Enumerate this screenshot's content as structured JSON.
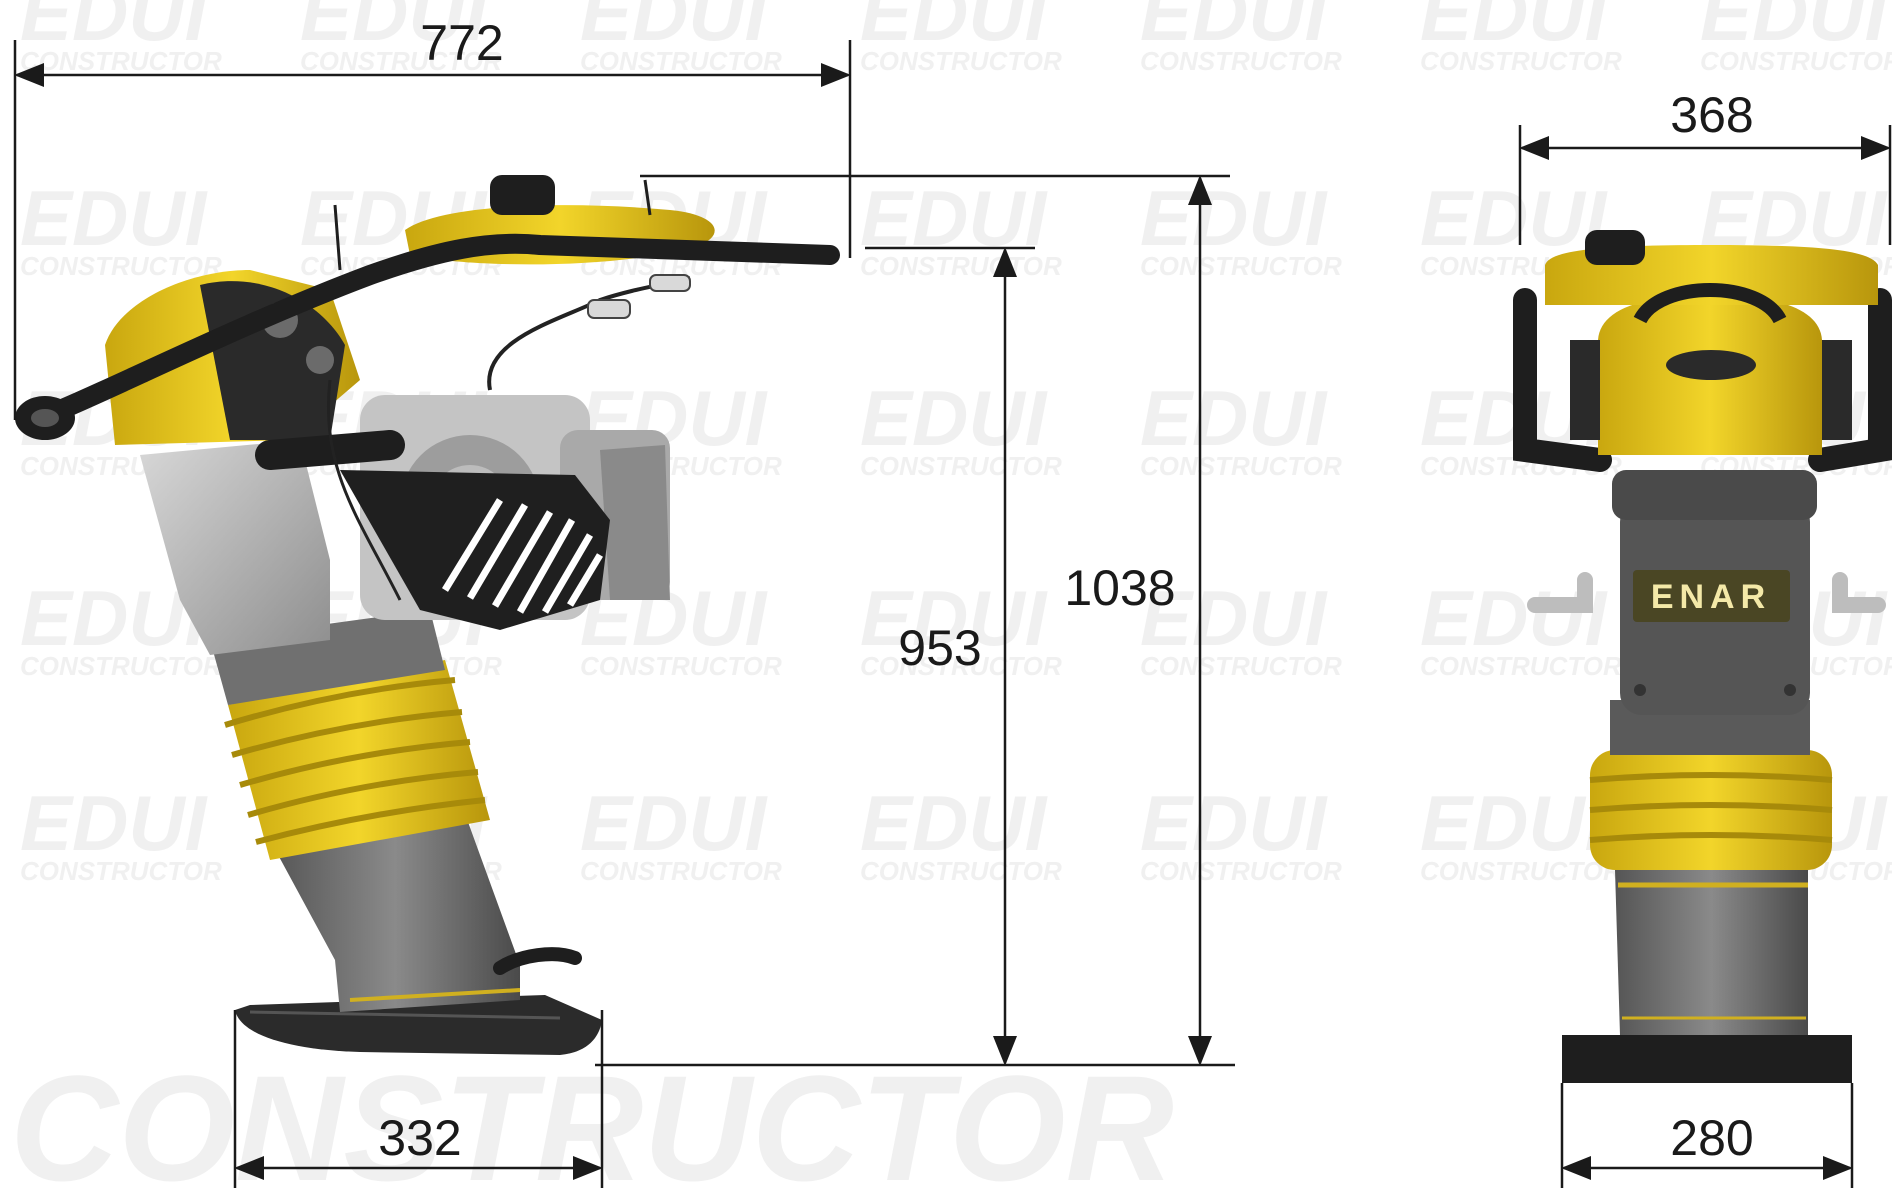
{
  "watermark": {
    "brand_mark": "EDUI",
    "brand_sub": "CONSTRUCTOR",
    "big_text": "CONSTRUCTOR"
  },
  "dimensions": {
    "overall_length": "772",
    "overall_height": "1038",
    "handle_height": "953",
    "plate_length": "332",
    "overall_width": "368",
    "plate_width": "280"
  },
  "machine": {
    "front_badge": "ENAR"
  },
  "colors": {
    "body_yellow": "#E8C81E",
    "dark_metal": "#3a3a3a",
    "engine_grey": "#bdbdbd",
    "leg_grey": "#6e6e6e",
    "watermark": "#f0f0f0"
  }
}
